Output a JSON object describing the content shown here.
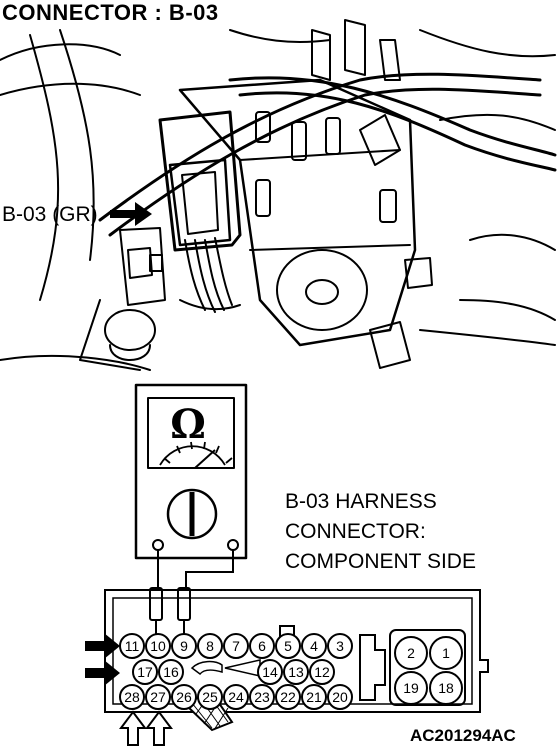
{
  "title": "CONNECTOR : B-03",
  "connector_label": "B-03 (GR)",
  "meter_symbol": "Ω",
  "harness_note": {
    "line1": "B-03 HARNESS",
    "line2": "CONNECTOR:",
    "line3": "COMPONENT SIDE"
  },
  "reference_code": "AC201294AC",
  "pins": {
    "row1": [
      "11",
      "10",
      "9",
      "8",
      "7",
      "6",
      "5",
      "4",
      "3"
    ],
    "row2": [
      "17",
      "16",
      "14",
      "13",
      "12"
    ],
    "row3": [
      "28",
      "27",
      "26",
      "25",
      "24",
      "23",
      "22",
      "21",
      "20"
    ],
    "large_top": [
      "2",
      "1"
    ],
    "large_bottom": [
      "19",
      "18"
    ]
  }
}
